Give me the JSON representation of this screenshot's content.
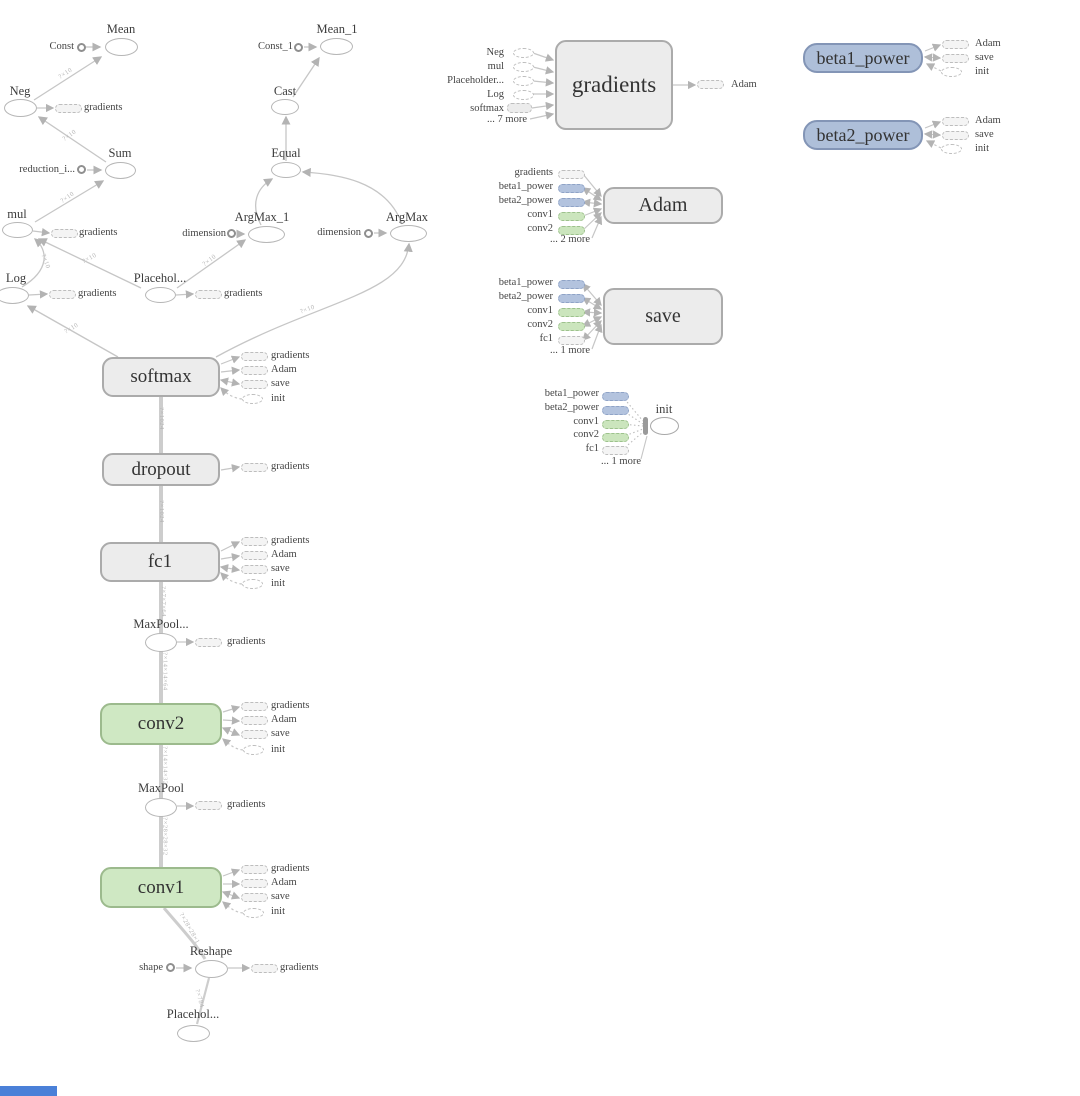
{
  "left_graph": {
    "mean": "Mean",
    "mean_const": "Const",
    "mean_1": "Mean_1",
    "mean_1_const": "Const_1",
    "neg": "Neg",
    "sum": "Sum",
    "sum_const": "reduction_i...",
    "mul": "mul",
    "log": "Log",
    "placeholder_top": "Placehol...",
    "argmax_1": "ArgMax_1",
    "argmax_1_const": "dimension",
    "argmax": "ArgMax",
    "argmax_const": "dimension",
    "equal": "Equal",
    "cast": "Cast",
    "softmax": "softmax",
    "dropout": "dropout",
    "fc1": "fc1",
    "maxpool_1": "MaxPool...",
    "conv2": "conv2",
    "maxpool": "MaxPool",
    "conv1": "conv1",
    "reshape": "Reshape",
    "reshape_const": "shape",
    "placeholder_bottom": "Placehol...",
    "gradients_ref": "gradients"
  },
  "var_annotations": [
    "gradients",
    "Adam",
    "save",
    "init"
  ],
  "gradients_box": {
    "label": "gradients",
    "inputs": [
      "Neg",
      "mul",
      "Placeholder...",
      "Log",
      "softmax",
      "... 7 more"
    ],
    "output": "Adam"
  },
  "adam_box": {
    "label": "Adam",
    "inputs": [
      "gradients",
      "beta1_power",
      "beta2_power",
      "conv1",
      "conv2",
      "... 2 more"
    ]
  },
  "save_box": {
    "label": "save",
    "inputs": [
      "beta1_power",
      "beta2_power",
      "conv1",
      "conv2",
      "fc1",
      "... 1 more"
    ]
  },
  "init_node": {
    "label": "init",
    "inputs": [
      "beta1_power",
      "beta2_power",
      "conv1",
      "conv2",
      "fc1",
      "... 1 more"
    ]
  },
  "beta1_power": {
    "label": "beta1_power",
    "outputs": [
      "Adam",
      "save",
      "init"
    ]
  },
  "beta2_power": {
    "label": "beta2_power",
    "outputs": [
      "Adam",
      "save",
      "init"
    ]
  },
  "edge_labels": {
    "chain": [
      "?×1024",
      "?×1024",
      "?×7×7×64",
      "?×14×14×64",
      "?×14×14×32",
      "?×28×28×32",
      "?×28×28×1",
      "?×784"
    ],
    "diag": [
      "?×10",
      "?×10",
      "?×10",
      "?×10",
      "?×10",
      "?×10",
      "?×10",
      "?×10"
    ]
  },
  "colors": {
    "namespace_fill": "#ececec",
    "namespace_border": "#ababab",
    "green_fill": "#cfe8c3",
    "green_border": "#9cba8d",
    "blue_fill": "#aebfd9",
    "blue_border": "#8395b6",
    "edge": "#c6c6c6",
    "minimap_blue": "#4a80d8"
  }
}
